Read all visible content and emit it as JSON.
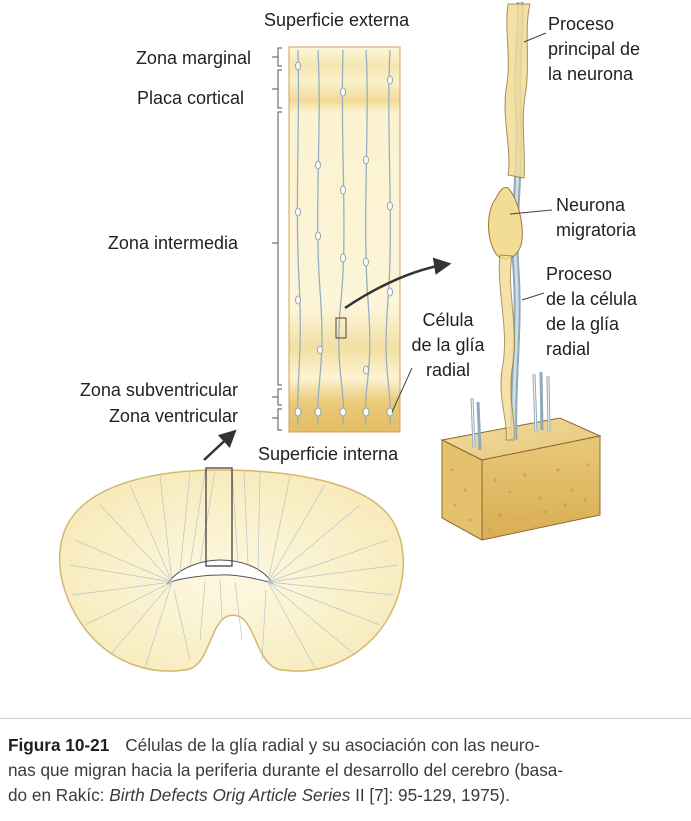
{
  "labels": {
    "superficie_externa": "Superficie externa",
    "zona_marginal": "Zona marginal",
    "placa_cortical": "Placa cortical",
    "zona_intermedia": "Zona intermedia",
    "zona_subventricular": "Zona subventricular",
    "zona_ventricular": "Zona ventricular",
    "superficie_interna": "Superficie interna",
    "celula_glia_radial": [
      "Célula",
      "de la glía",
      "radial"
    ],
    "proceso_principal": [
      "Proceso",
      "principal de",
      "la neurona"
    ],
    "neurona_migratoria": [
      "Neurona",
      "migratoria"
    ],
    "proceso_celula_glia": [
      "Proceso",
      "de la célula",
      "de la glía",
      "radial"
    ]
  },
  "caption": {
    "figure_label": "Figura 10-21",
    "text_lines": [
      "Células de la glía radial y su asociación con las neuro-",
      "nas que migran hacia la periferia durante el desarrollo del cerebro (basa-"
    ],
    "line3_prefix": "do en Rakíc: ",
    "line3_italic": "Birth Defects Orig Article Series",
    "line3_suffix": " II [7]: 95-129, 1975)."
  },
  "colors": {
    "tissue_light": "#fbf3cd",
    "tissue_mid": "#f3df9e",
    "tissue_dark": "#e2bf68",
    "glia_fiber": "#9ab6c8",
    "outline": "#3a3a3a",
    "arrow": "#333333",
    "neuron": "#f2dc96"
  }
}
